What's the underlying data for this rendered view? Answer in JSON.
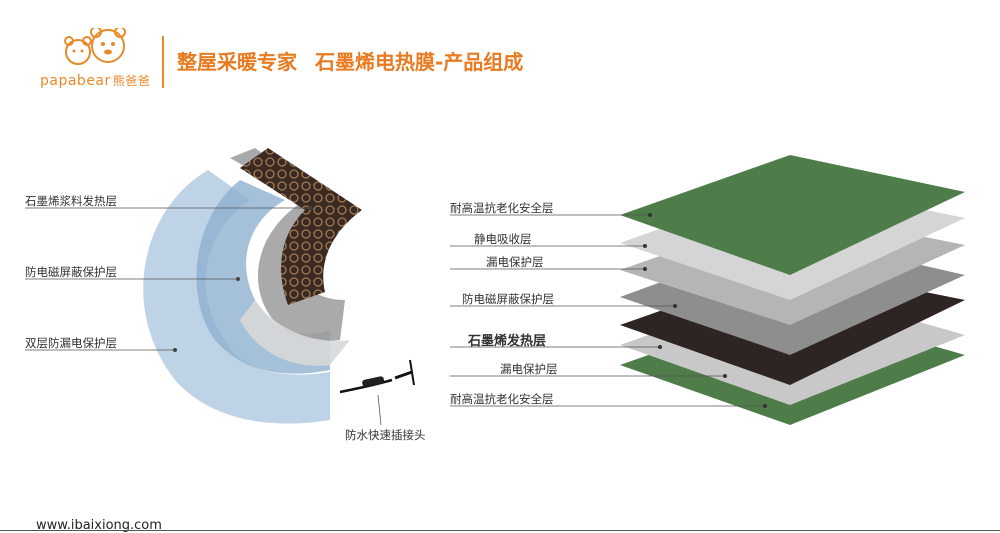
{
  "brand": {
    "logo_text": "papabear",
    "logo_cn": "熊爸爸"
  },
  "header": {
    "title": "整屋采暖专家",
    "subtitle": "石墨烯电热膜-产品组成"
  },
  "left_labels": [
    "石墨烯浆料发热层",
    "防电磁屏蔽保护层",
    "双层防漏电保护层",
    "防水快速插接头"
  ],
  "right_labels": [
    "耐高温抗老化安全层",
    "静电吸收层",
    "漏电保护层",
    "防电磁屏蔽保护层",
    "石墨烯发热层",
    "漏电保护层",
    "耐高温抗老化安全层"
  ],
  "footer": {
    "url": "www.ibaixiong.com"
  },
  "colors": {
    "accent": "#e87a1f",
    "green": "#4e7d4a",
    "dark": "#2e2522",
    "gray": "#8e8e8e",
    "light_blue": "#b9cfe4"
  }
}
